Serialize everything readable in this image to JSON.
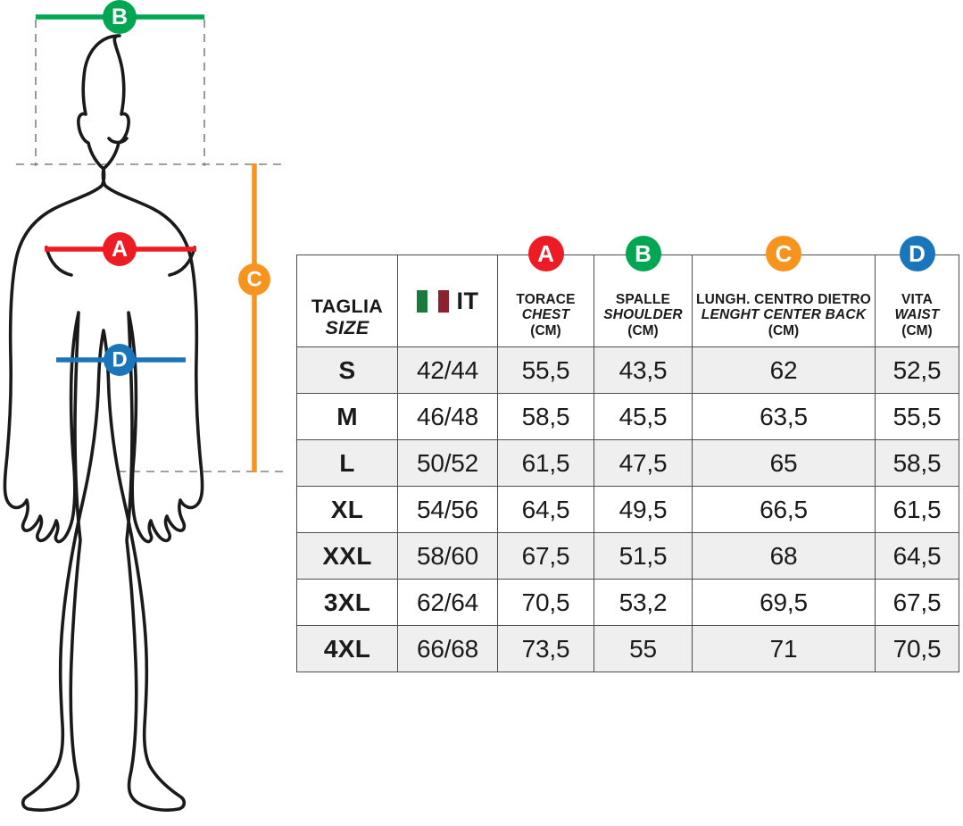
{
  "figure": {
    "alt_name": "male-body-silhouette",
    "markers": [
      {
        "letter": "A",
        "name": "chest-marker",
        "color": "#ED1C24",
        "measure_it": "TORACE",
        "measure_en": "CHEST"
      },
      {
        "letter": "B",
        "name": "shoulder-marker",
        "color": "#00A651",
        "measure_it": "SPALLE",
        "measure_en": "SHOULDER"
      },
      {
        "letter": "C",
        "name": "length-marker",
        "color": "#F7941E",
        "measure_it": "LUNGH. CENTRO DIETRO",
        "measure_en": "LENGHT CENTER BACK"
      },
      {
        "letter": "D",
        "name": "waist-marker",
        "color": "#1B75BB",
        "measure_it": "VITA",
        "measure_en": "WAIST"
      }
    ],
    "guide_color": "#808080",
    "outline_color": "#1a1a1a"
  },
  "table": {
    "headers": [
      {
        "it": "TAGLIA",
        "en": "SIZE",
        "unit": "",
        "badge": null,
        "type": "text"
      },
      {
        "it": "IT",
        "en": "",
        "unit": "",
        "badge": null,
        "type": "flag"
      },
      {
        "it": "TORACE",
        "en": "CHEST",
        "unit": "(CM)",
        "badge": "A",
        "type": "meas"
      },
      {
        "it": "SPALLE",
        "en": "SHOULDER",
        "unit": "(CM)",
        "badge": "B",
        "type": "meas"
      },
      {
        "it": "LUNGH. CENTRO DIETRO",
        "en": "LENGHT CENTER BACK",
        "unit": "(CM)",
        "badge": "C",
        "type": "meas"
      },
      {
        "it": "VITA",
        "en": "WAIST",
        "unit": "(CM)",
        "badge": "D",
        "type": "meas"
      }
    ],
    "flag": {
      "name": "italy-flag-icon",
      "label": "IT",
      "green": "#1a7a3c",
      "white": "#ffffff",
      "red": "#8c2230"
    },
    "rows": [
      {
        "size": "S",
        "it": "42/44",
        "chest": "55,5",
        "shoulder": "43,5",
        "length": "62",
        "waist": "52,5",
        "shaded": true
      },
      {
        "size": "M",
        "it": "46/48",
        "chest": "58,5",
        "shoulder": "45,5",
        "length": "63,5",
        "waist": "55,5",
        "shaded": false
      },
      {
        "size": "L",
        "it": "50/52",
        "chest": "61,5",
        "shoulder": "47,5",
        "length": "65",
        "waist": "58,5",
        "shaded": true
      },
      {
        "size": "XL",
        "it": "54/56",
        "chest": "64,5",
        "shoulder": "49,5",
        "length": "66,5",
        "waist": "61,5",
        "shaded": false
      },
      {
        "size": "XXL",
        "it": "58/60",
        "chest": "67,5",
        "shoulder": "51,5",
        "length": "68",
        "waist": "64,5",
        "shaded": true
      },
      {
        "size": "3XL",
        "it": "62/64",
        "chest": "70,5",
        "shoulder": "53,2",
        "length": "69,5",
        "waist": "67,5",
        "shaded": false
      },
      {
        "size": "4XL",
        "it": "66/68",
        "chest": "73,5",
        "shoulder": "55",
        "length": "71",
        "waist": "70,5",
        "shaded": true
      }
    ]
  },
  "chart_data": {
    "type": "table",
    "title": "Size chart - men's garment measurements (cm)",
    "categories": [
      "S",
      "M",
      "L",
      "XL",
      "XXL",
      "3XL",
      "4XL"
    ],
    "columns": [
      "TAGLIA / SIZE",
      "IT",
      "TORACE / CHEST (CM)",
      "SPALLE / SHOULDER (CM)",
      "LUNGH. CENTRO DIETRO / LENGHT CENTER BACK (CM)",
      "VITA / WAIST (CM)"
    ],
    "series": [
      {
        "name": "IT",
        "values": [
          "42/44",
          "46/48",
          "50/52",
          "54/56",
          "58/60",
          "62/64",
          "66/68"
        ]
      },
      {
        "name": "TORACE / CHEST (CM)",
        "values": [
          55.5,
          58.5,
          61.5,
          64.5,
          67.5,
          70.5,
          73.5
        ]
      },
      {
        "name": "SPALLE / SHOULDER (CM)",
        "values": [
          43.5,
          45.5,
          47.5,
          49.5,
          51.5,
          53.2,
          55
        ]
      },
      {
        "name": "LUNGH. CENTRO DIETRO / LENGHT CENTER BACK (CM)",
        "values": [
          62,
          63.5,
          65,
          66.5,
          68,
          69.5,
          71
        ]
      },
      {
        "name": "VITA / WAIST (CM)",
        "values": [
          52.5,
          55.5,
          58.5,
          61.5,
          64.5,
          67.5,
          70.5
        ]
      }
    ]
  }
}
